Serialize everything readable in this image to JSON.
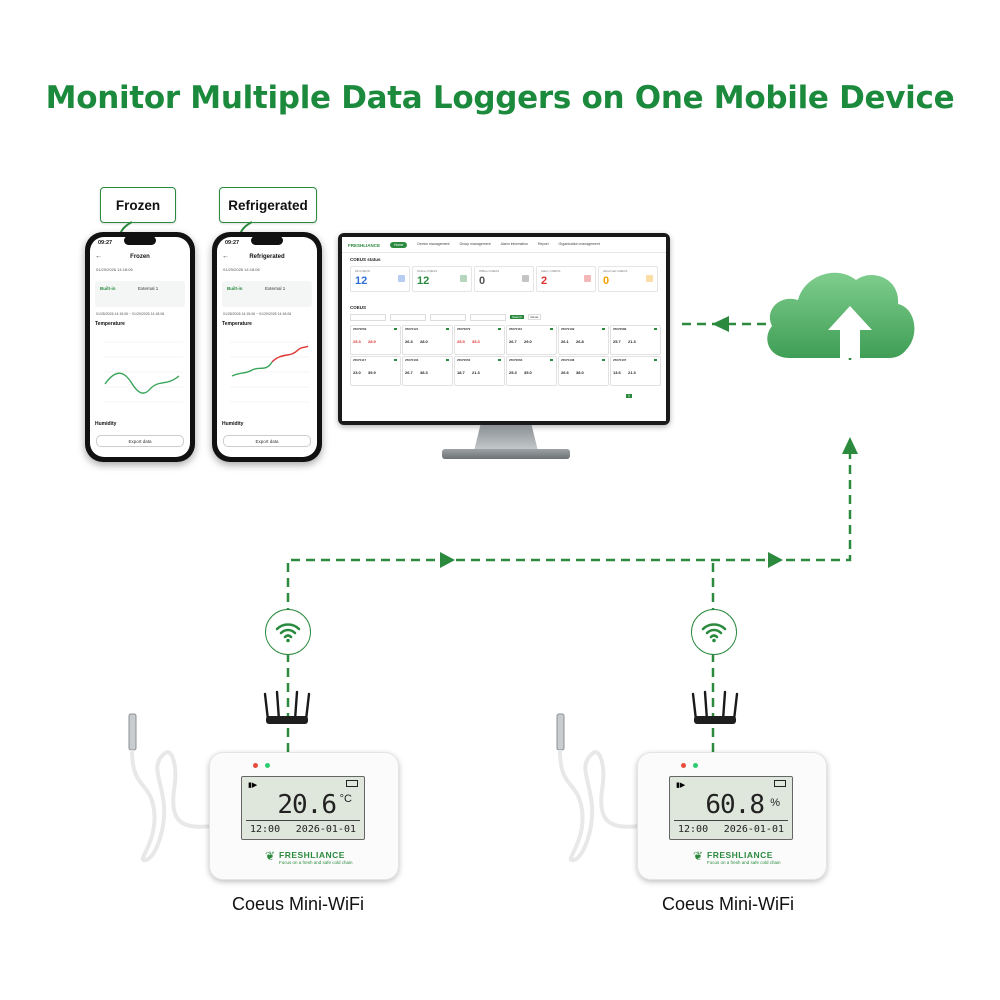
{
  "headline": "Monitor Multiple Data Loggers on One Mobile Device",
  "tags": {
    "frozen": "Frozen",
    "refrigerated": "Refrigerated"
  },
  "phones": [
    {
      "time": "09:27",
      "title": "Frozen",
      "date": "01/29/2026 14:18:06",
      "channel_1": "Built-in",
      "channel_2": "External 1",
      "range": "01/28/2026 14:15:06   ~   01/29/2026 14:18:06",
      "section_1": "Temperature",
      "section_2": "Humidity",
      "button": "Export data"
    },
    {
      "time": "09:27",
      "title": "Refrigerated",
      "date": "01/29/2026 14:18:06",
      "channel_1": "Built-in",
      "channel_2": "External 1",
      "range": "01/28/2026 14:15:06   ~   01/29/2026 14:18:06",
      "section_1": "Temperature",
      "section_2": "Humidity",
      "button": "Export data"
    }
  ],
  "dashboard": {
    "brand": "FRESHLIANCE",
    "nav": [
      "Home",
      "Device management",
      "Group management",
      "Alarm information",
      "Report",
      "Organization management"
    ],
    "section_title": "COEUS status",
    "stats": [
      {
        "label": "All COEUS",
        "value": "12",
        "color": "#2f6fd6"
      },
      {
        "label": "Online COEUS",
        "value": "12",
        "color": "#2b8a3e"
      },
      {
        "label": "Offline COEUS",
        "value": "0",
        "color": "#555555"
      },
      {
        "label": "Alarm COEUS",
        "value": "2",
        "color": "#e03131"
      },
      {
        "label": "Abnormal COEUS",
        "value": "0",
        "color": "#f59f00"
      }
    ],
    "list_title": "COEUS",
    "search_label": "Search",
    "reset_label": "Reset",
    "cards": [
      {
        "id": "25070059",
        "v1": "25.3",
        "v2": "28.9",
        "alarm": true
      },
      {
        "id": "25070121",
        "v1": "26.3",
        "v2": "28.0",
        "alarm": false
      },
      {
        "id": "25070079",
        "v1": "25.5",
        "v2": "35.3",
        "alarm": true
      },
      {
        "id": "25070110",
        "v1": "26.7",
        "v2": "29.0",
        "alarm": false
      },
      {
        "id": "25070109",
        "v1": "26.1",
        "v2": "26.8",
        "alarm": false
      },
      {
        "id": "25070089",
        "v1": "25.7",
        "v2": "21.3",
        "alarm": false
      },
      {
        "id": "25070117",
        "v1": "23.0",
        "v2": "39.9",
        "alarm": false
      },
      {
        "id": "25070103",
        "v1": "26.7",
        "v2": "38.3",
        "alarm": false
      },
      {
        "id": "25070052",
        "v1": "18.7",
        "v2": "21.3",
        "alarm": false
      },
      {
        "id": "25070063",
        "v1": "25.3",
        "v2": "35.0",
        "alarm": false
      },
      {
        "id": "25070108",
        "v1": "26.6",
        "v2": "38.0",
        "alarm": false
      },
      {
        "id": "25070107",
        "v1": "13.6",
        "v2": "21.3",
        "alarm": false
      }
    ],
    "pagination": "1"
  },
  "devices": [
    {
      "reading": "20.6",
      "unit": "°C",
      "time": "12:00",
      "date": "2026-01-01",
      "brand": "FRESHLIANCE",
      "slogan": "Focus on a fresh and safe cold chain",
      "label": "Coeus Mini-WiFi"
    },
    {
      "reading": "60.8",
      "unit": "%",
      "time": "12:00",
      "date": "2026-01-01",
      "brand": "FRESHLIANCE",
      "slogan": "Focus on a fresh and safe cold chain",
      "label": "Coeus Mini-WiFi"
    }
  ],
  "colors": {
    "accent": "#1c8a3c",
    "line": "#2b8a3e",
    "cloud": "#5cb870",
    "alarm": "#e03131"
  }
}
